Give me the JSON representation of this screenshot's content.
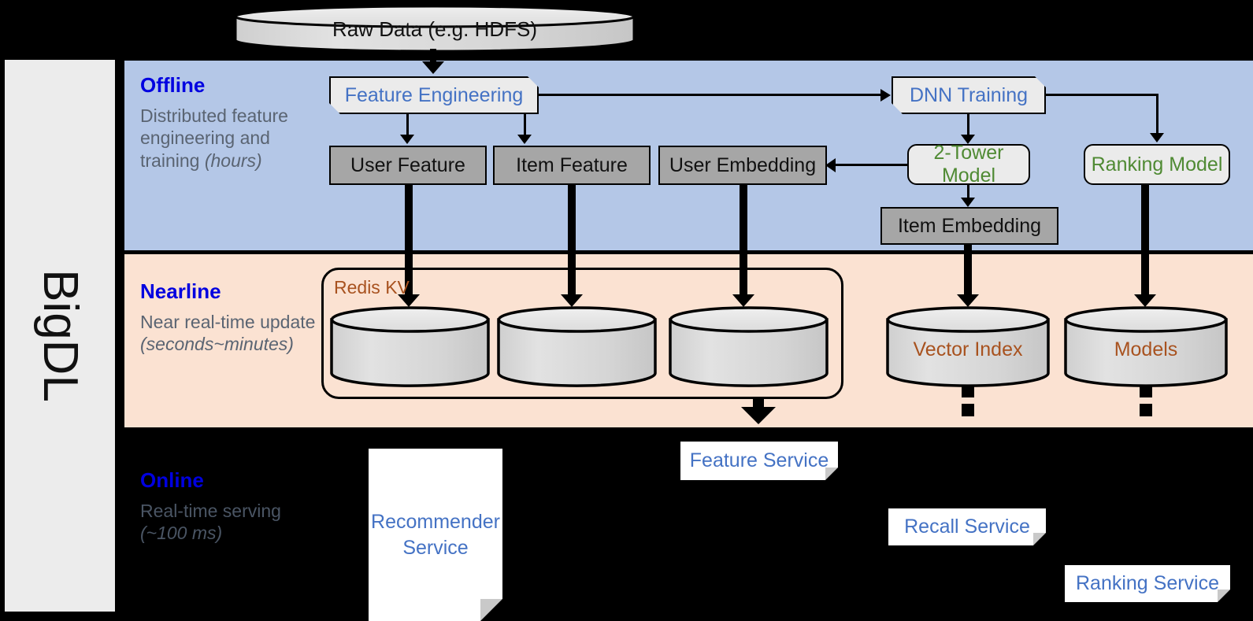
{
  "framework": {
    "name": "BigDL"
  },
  "phases": [
    {
      "id": "offline",
      "title": "Offline",
      "desc_plain": "Distributed feature engineering and training ",
      "desc_italic": "(hours)"
    },
    {
      "id": "nearline",
      "title": "Nearline",
      "desc_plain": "Near real-time update ",
      "desc_italic": "(seconds~minutes)"
    },
    {
      "id": "online",
      "title": "Online",
      "desc_plain": "Real-time serving ",
      "desc_italic": "(~100 ms)"
    }
  ],
  "nodes": {
    "raw_data": "Raw Data (e.g. HDFS)",
    "feature_engineering": "Feature Engineering",
    "dnn_training": "DNN Training",
    "user_feature": "User Feature",
    "item_feature": "Item Feature",
    "user_embedding": "User Embedding",
    "two_tower_model": "2-Tower Model",
    "ranking_model": "Ranking Model",
    "item_embedding": "Item Embedding",
    "redis_kv": "Redis KV",
    "vector_index": "Vector Index",
    "models": "Models",
    "feature_service": "Feature Service",
    "recommender_service_line1": "Recommender",
    "recommender_service_line2": "Service",
    "recall_service": "Recall Service",
    "ranking_service": "Ranking Service"
  },
  "colors": {
    "offline_band": "#b4c7e7",
    "nearline_band": "#fbe2d2",
    "online_band": "#000000",
    "phase_title": "#0000e0",
    "phase_desc": "#5a6472",
    "process_text": "#4472c4",
    "model_text": "#4f8a33",
    "store_text": "#a8521f",
    "data_box": "#a6a6a6",
    "sidebar": "#ececec"
  }
}
